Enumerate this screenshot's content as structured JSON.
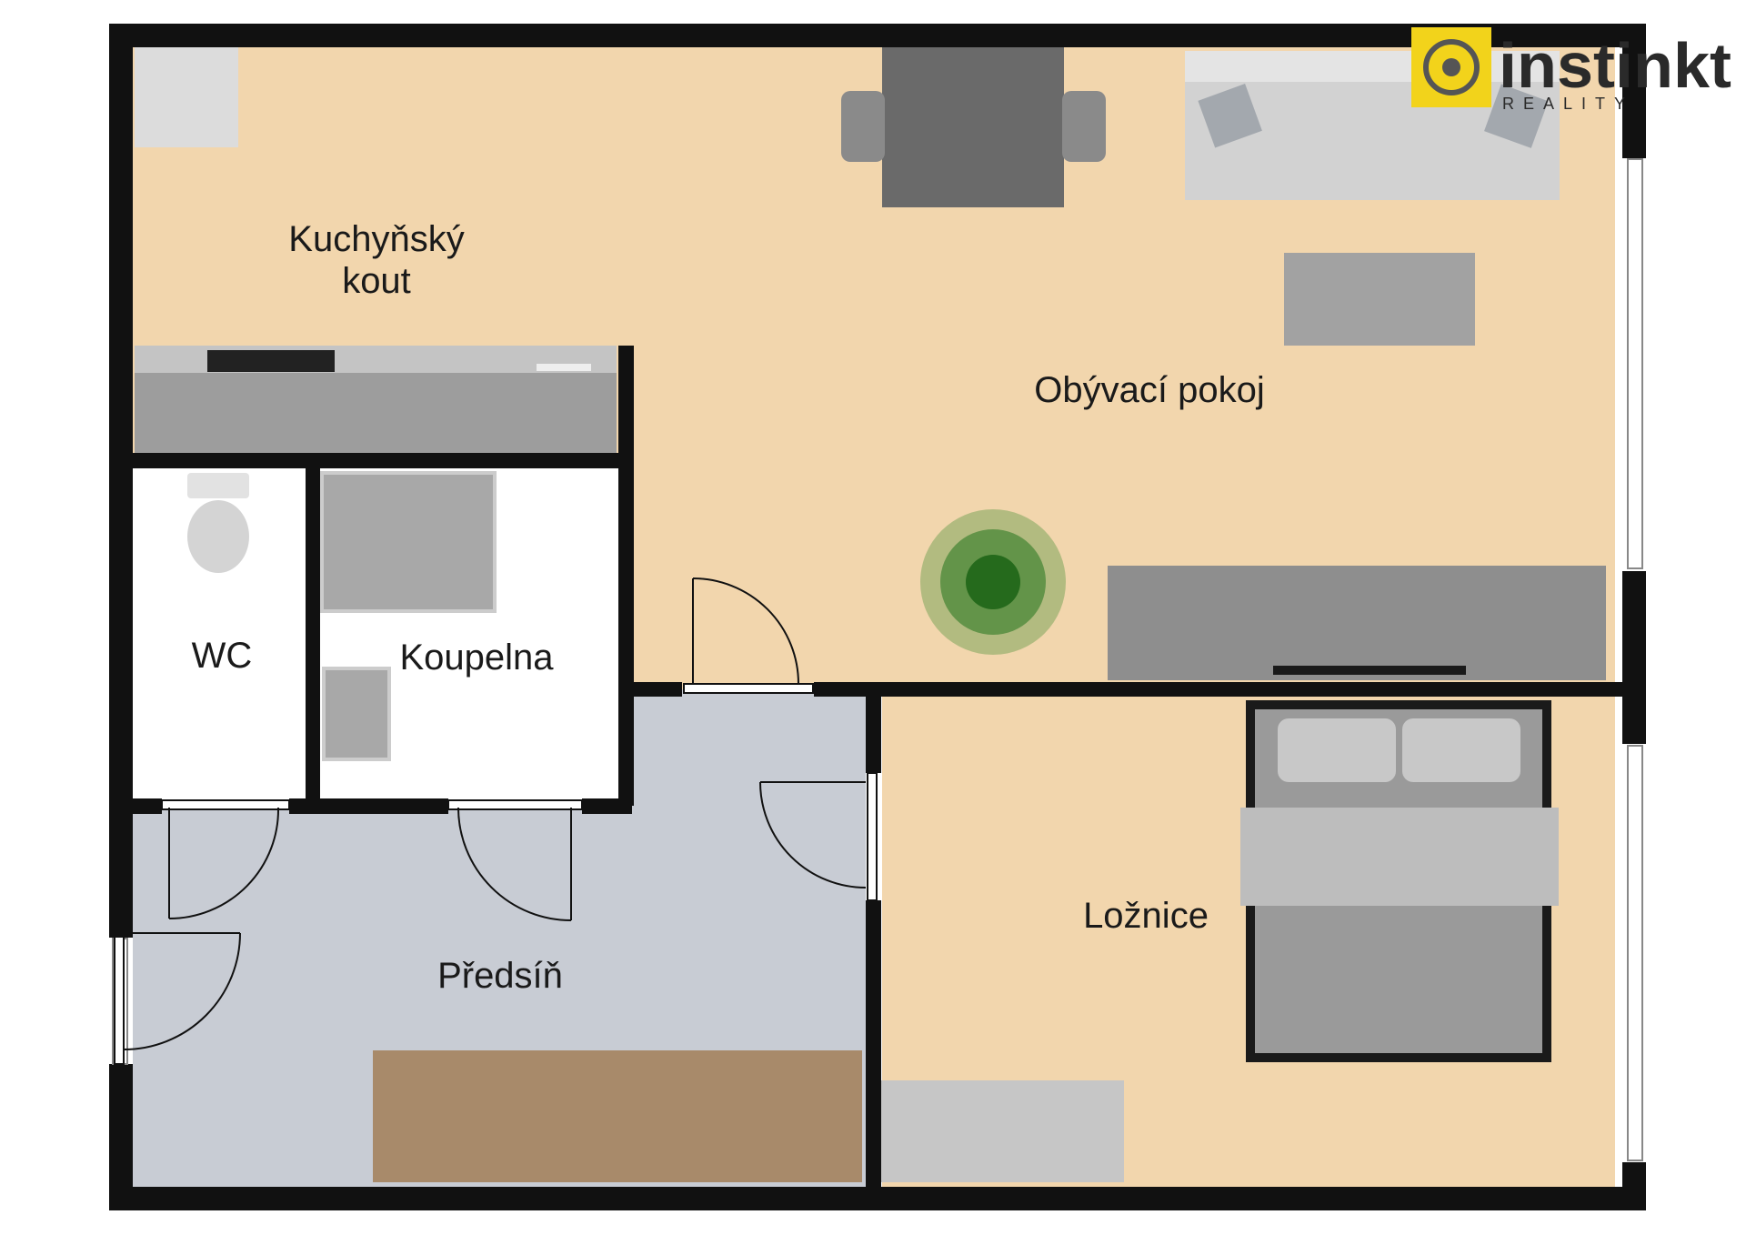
{
  "brand": {
    "name": "instinkt",
    "sub": "REALITY",
    "accent": "#f2d31b",
    "color": "#2a2a2a"
  },
  "rooms": {
    "kitchen_line1": "Kuchyňský",
    "kitchen_line2": "kout",
    "living": "Obývací pokoj",
    "wc": "WC",
    "bathroom": "Koupelna",
    "hall": "Předsíň",
    "bedroom": "Ložnice"
  },
  "colors": {
    "wall": "#111111",
    "floor_wood": "#f2d6ad",
    "floor_tile": "#c8ccd4",
    "floor_white": "#ffffff",
    "furniture": "#9a9a9a",
    "plant": "#3d8a2e",
    "wardrobe": "#a88a6a"
  }
}
